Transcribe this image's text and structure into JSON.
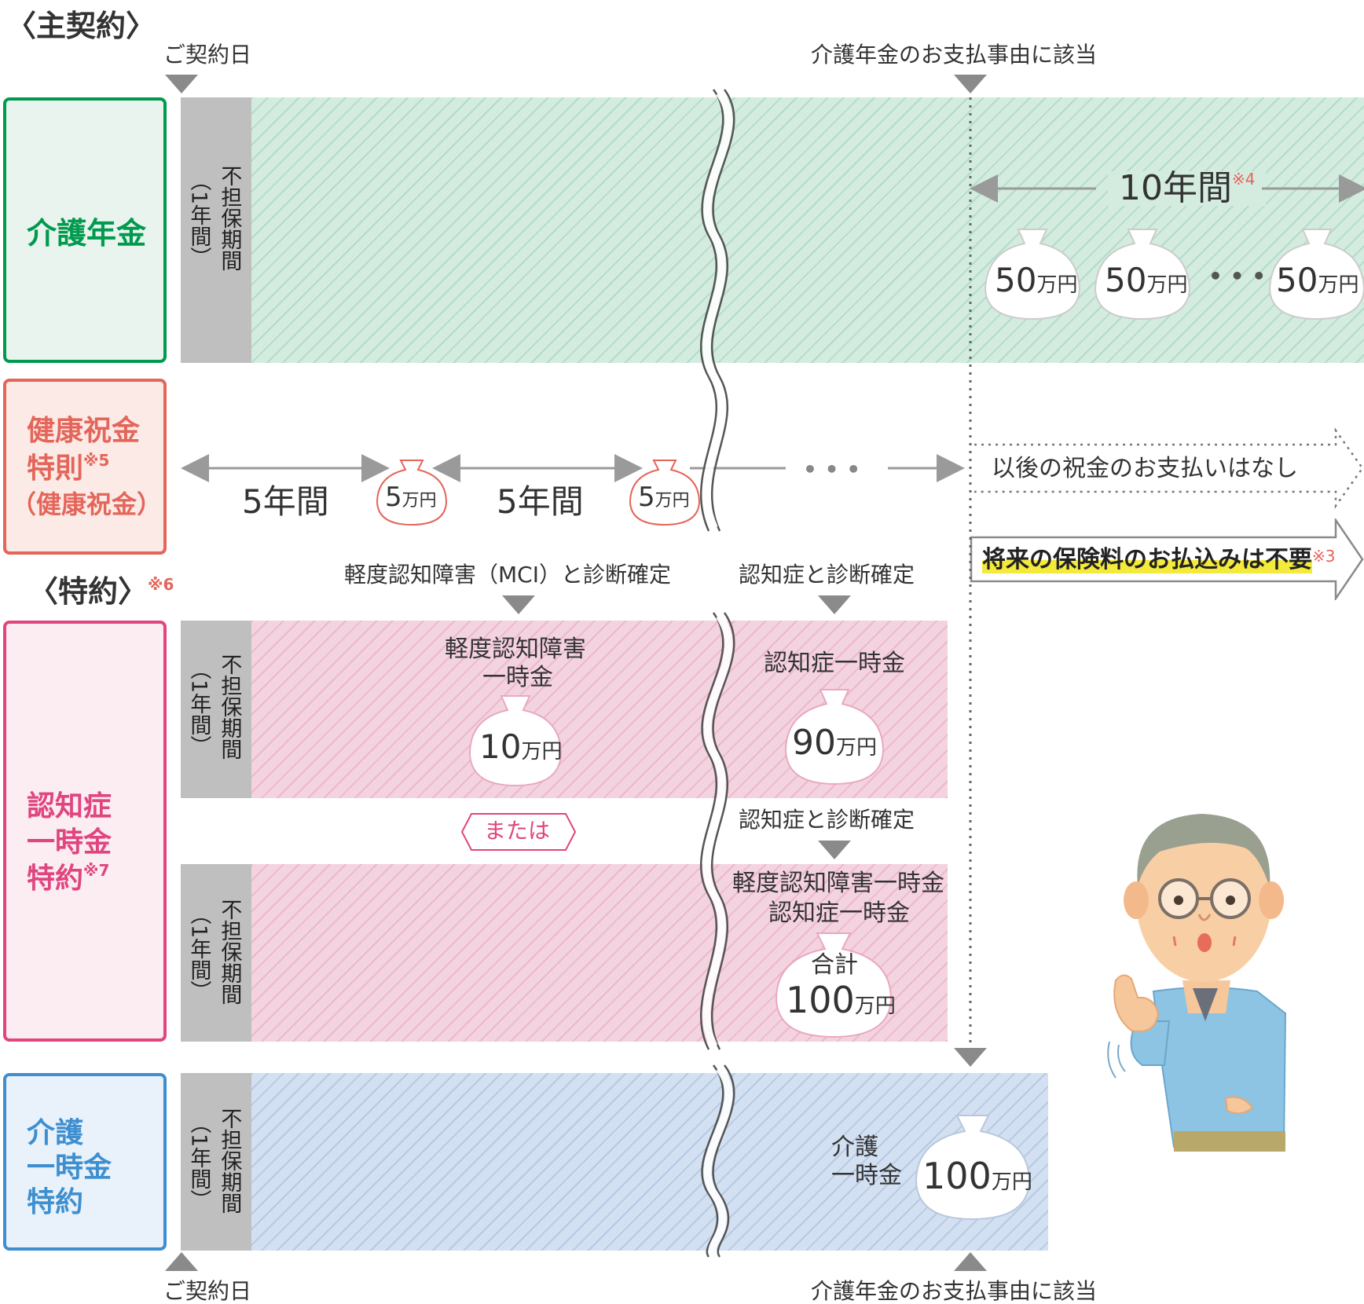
{
  "sections": {
    "main": "〈主契約〉",
    "rider": "〈特約〉",
    "rider_note": "※6"
  },
  "markers": {
    "contract_day": "ご契約日",
    "care_event": "介護年金のお支払事由に該当"
  },
  "non_coverage": {
    "label": "不担保期間",
    "years": "（1年間）"
  },
  "care_pension": {
    "name": "介護年金",
    "period": "10年間",
    "period_note": "※4",
    "bags": [
      {
        "amount": "50",
        "unit": "万円"
      },
      {
        "amount": "50",
        "unit": "万円"
      },
      {
        "amount": "50",
        "unit": "万円"
      }
    ],
    "ellipsis": "• • •"
  },
  "health_bonus": {
    "name_line1": "健康祝金",
    "name_line2": "特則",
    "name_note": "※5",
    "name_line3": "（健康祝金）",
    "interval_label": "5年間",
    "bag_amount": "5",
    "bag_unit": "万円",
    "dots": "• • •",
    "after": "以後の祝金のお支払いはなし",
    "waiver": "将来の保険料のお払込みは不要",
    "waiver_note": "※3"
  },
  "dementia": {
    "name_line1": "認知症",
    "name_line2": "一時金",
    "name_line3": "特約",
    "name_note": "※7",
    "mci_event": "軽度認知障害（MCI）と診断確定",
    "dementia_event": "認知症と診断確定",
    "mci_benefit_line1": "軽度認知障害",
    "mci_benefit_line2": "一時金",
    "mci_amount": "10",
    "mci_unit": "万円",
    "dementia_benefit": "認知症一時金",
    "dementia_amount": "90",
    "dementia_unit": "万円",
    "or": "または",
    "both_line1": "軽度認知障害一時金",
    "both_line2": "認知症一時金",
    "total_label": "合計",
    "total_amount": "100",
    "total_unit": "万円"
  },
  "care_lump": {
    "name_line1": "介護",
    "name_line2": "一時金",
    "name_line3": "特約",
    "benefit_line1": "介護",
    "benefit_line2": "一時金",
    "amount": "100",
    "unit": "万円"
  },
  "colors": {
    "green": "#009a4e",
    "salmon": "#e4655a",
    "pink": "#e0457f",
    "blue": "#3e8fd0",
    "highlight": "#f3ea3c"
  }
}
